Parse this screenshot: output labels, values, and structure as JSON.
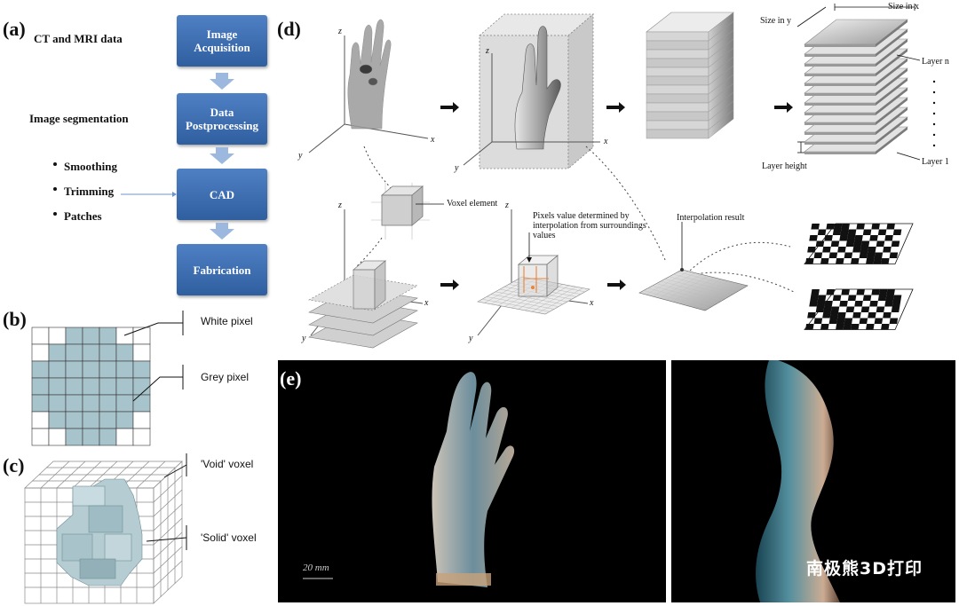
{
  "panel_a": {
    "letter": "(a)",
    "left_labels": {
      "ct_mri": "CT and MRI data",
      "segmentation": "Image segmentation",
      "bullets": [
        "Smoothing",
        "Trimming",
        "Patches"
      ]
    },
    "flow": [
      {
        "line1": "Image",
        "line2": "Acquisition"
      },
      {
        "line1": "Data",
        "line2": "Postprocessing"
      },
      {
        "line1": "CAD",
        "line2": ""
      },
      {
        "line1": "Fabrication",
        "line2": ""
      }
    ],
    "colors": {
      "box": "#3a6db0",
      "arrow": "#9db8df"
    }
  },
  "panel_b": {
    "letter": "(b)",
    "white_label": "White pixel",
    "grey_label": "Grey pixel",
    "colors": {
      "grey": "#a7c4cc",
      "white": "#ffffff"
    }
  },
  "panel_c": {
    "letter": "(c)",
    "void_label": "'Void' voxel",
    "solid_label": "'Solid' voxel"
  },
  "panel_d": {
    "letter": "(d)",
    "size_y": "Size in y",
    "size_x": "Size in x",
    "layer_n": "Layer n",
    "layer_1": "Layer 1",
    "layer_height": "Layer height",
    "voxel_element": "Voxel element",
    "pixels_value_1": "Pixels value determined by",
    "pixels_value_2": "interpolation from surroundings",
    "pixels_value_3": "values",
    "interp_result": "Interpolation result",
    "axis_x": "x",
    "axis_y": "y",
    "axis_z": "z"
  },
  "panel_e": {
    "letter": "(e)",
    "scale": "20 mm",
    "watermark": "南极熊3D打印"
  }
}
